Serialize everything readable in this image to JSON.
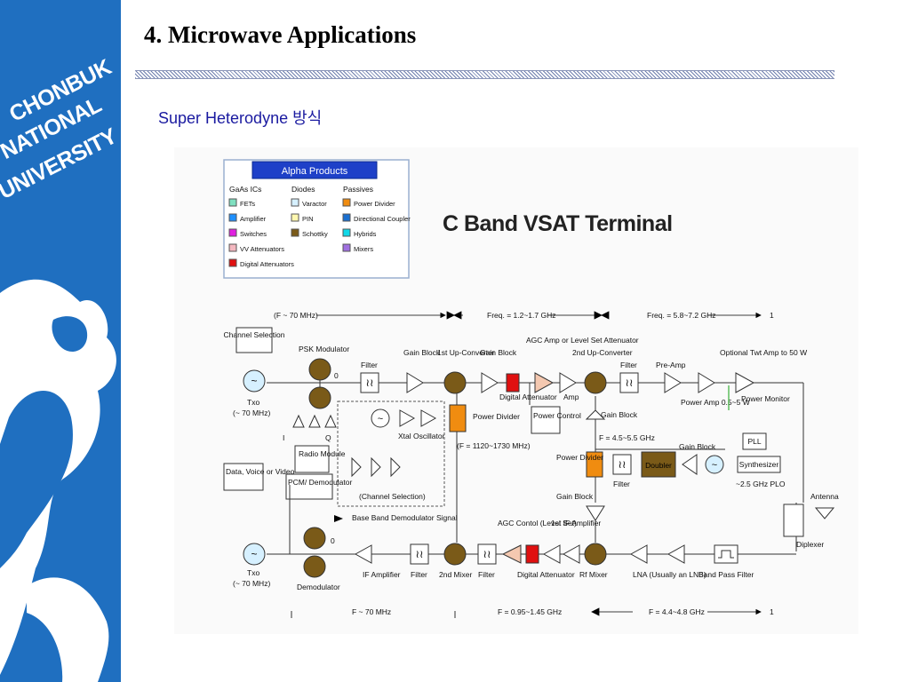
{
  "header": {
    "title": "4. Microwave Applications",
    "subtitle": "Super Heterodyne 방식"
  },
  "sidebar": {
    "university_lines": [
      "CHONBUK",
      "NATIONAL",
      "UNIVERSITY"
    ]
  },
  "diagram": {
    "heading": "C Band VSAT Terminal",
    "legend": {
      "title": "Alpha Products",
      "columns": [
        {
          "header": "GaAs ICs",
          "items": [
            {
              "label": "FETs",
              "color": "#7fe0c0"
            },
            {
              "label": "Amplifier",
              "color": "#1e90ff"
            },
            {
              "label": "Switches",
              "color": "#e020e0"
            },
            {
              "label": "VV Attenuators",
              "color": "#f4b8c0"
            },
            {
              "label": "Digital Attenuators",
              "color": "#e01010"
            }
          ]
        },
        {
          "header": "Diodes",
          "items": [
            {
              "label": "Varactor",
              "color": "#d6f0ff"
            },
            {
              "label": "PIN",
              "color": "#fff8b0"
            },
            {
              "label": "Schottky",
              "color": "#7a5a18"
            }
          ]
        },
        {
          "header": "Passives",
          "items": [
            {
              "label": "Power Divider",
              "color": "#f08c10"
            },
            {
              "label": "Directional Coupler",
              "color": "#1a6fd0"
            },
            {
              "label": "Hybrids",
              "color": "#10d8e8"
            },
            {
              "label": "Mixers",
              "color": "#a070e0"
            }
          ]
        }
      ]
    },
    "freq_top": {
      "f70": "(F ~ 70 MHz)",
      "f12": "Freq. = 1.2~1.7 GHz",
      "f58": "Freq. = 5.8~7.2 GHz",
      "one": "1"
    },
    "freq_bottom": {
      "f70": "F ~ 70 MHz",
      "f095": "F = 0.95~1.45 GHz",
      "f44": "F = 4.4~4.8 GHz",
      "one": "1"
    },
    "labels": {
      "channel_selection": "Channel Selection",
      "psk_modulator": "PSK Modulator",
      "tx0_top": "Txo",
      "tx0_top_freq": "(~ 70 MHz)",
      "i": "I",
      "q": "Q",
      "zero_top": "0",
      "filter1": "Filter",
      "gain_block1": "Gain Block",
      "up_conv1": "1st Up-Converter",
      "gain_block2": "Gain Block",
      "agc_amp": "AGC Amp or Level Set Attenuator",
      "digital_att_top": "Digital Attenuator",
      "amp": "Amp",
      "up_conv2": "2nd Up-Converter",
      "filter2": "Filter",
      "pre_amp": "Pre-Amp",
      "optional_twt": "Optional Twt Amp to 50 W",
      "power_amp": "Power Amp 0.5~5 W",
      "power_monitor": "Power Monitor",
      "power_control": "Power Control",
      "gain_block3": "Gain Block",
      "power_divider1": "Power Divider",
      "xtal_osc": "Xtal Oscillator",
      "f1120": "(F = 1120~1730 MHz)",
      "channel_sel2": "(Channel Selection)",
      "f45": "F = 4.5~5.5 GHz",
      "gain_block4": "Gain Block",
      "pll": "PLL",
      "synth": "Synthesizer",
      "ghz_plo": "~2.5 GHz PLO",
      "power_divider2": "Power Divider",
      "filter3": "Filter",
      "doubler": "Doubler",
      "radio_module": "Radio Module",
      "pcm_demod": "PCM/ Demodulator",
      "data_voice": "Data, Voice or Video",
      "baseband_signal": "Base Band Demodulator Signal",
      "gain_block5": "Gain Block",
      "antenna": "Antenna",
      "diplexer": "Diplexer",
      "zero_bot": "0",
      "agc_control": "AGC Contol (Level Set)",
      "if_amp1": "1st IF Amplifier",
      "tx0_bot": "Txo",
      "tx0_bot_freq": "(~ 70 MHz)",
      "demodulator": "Demodulator",
      "if_amplifier": "IF Amplifier",
      "filter4": "Filter",
      "mixer2": "2nd Mixer",
      "filter5": "Filter",
      "digital_att_bot": "Digital Attenuator",
      "rf_mixer": "Rf Mixer",
      "lna": "LNA (Usually an LNB)",
      "bpf": "Band Pass Filter"
    },
    "colors": {
      "mixer": "#7a5a18",
      "osc": "#d6f0ff",
      "attenuator_red": "#e01010",
      "power_divider": "#f08c10",
      "pink_att": "#f4c8b0",
      "doubler": "#7a5a18"
    }
  }
}
